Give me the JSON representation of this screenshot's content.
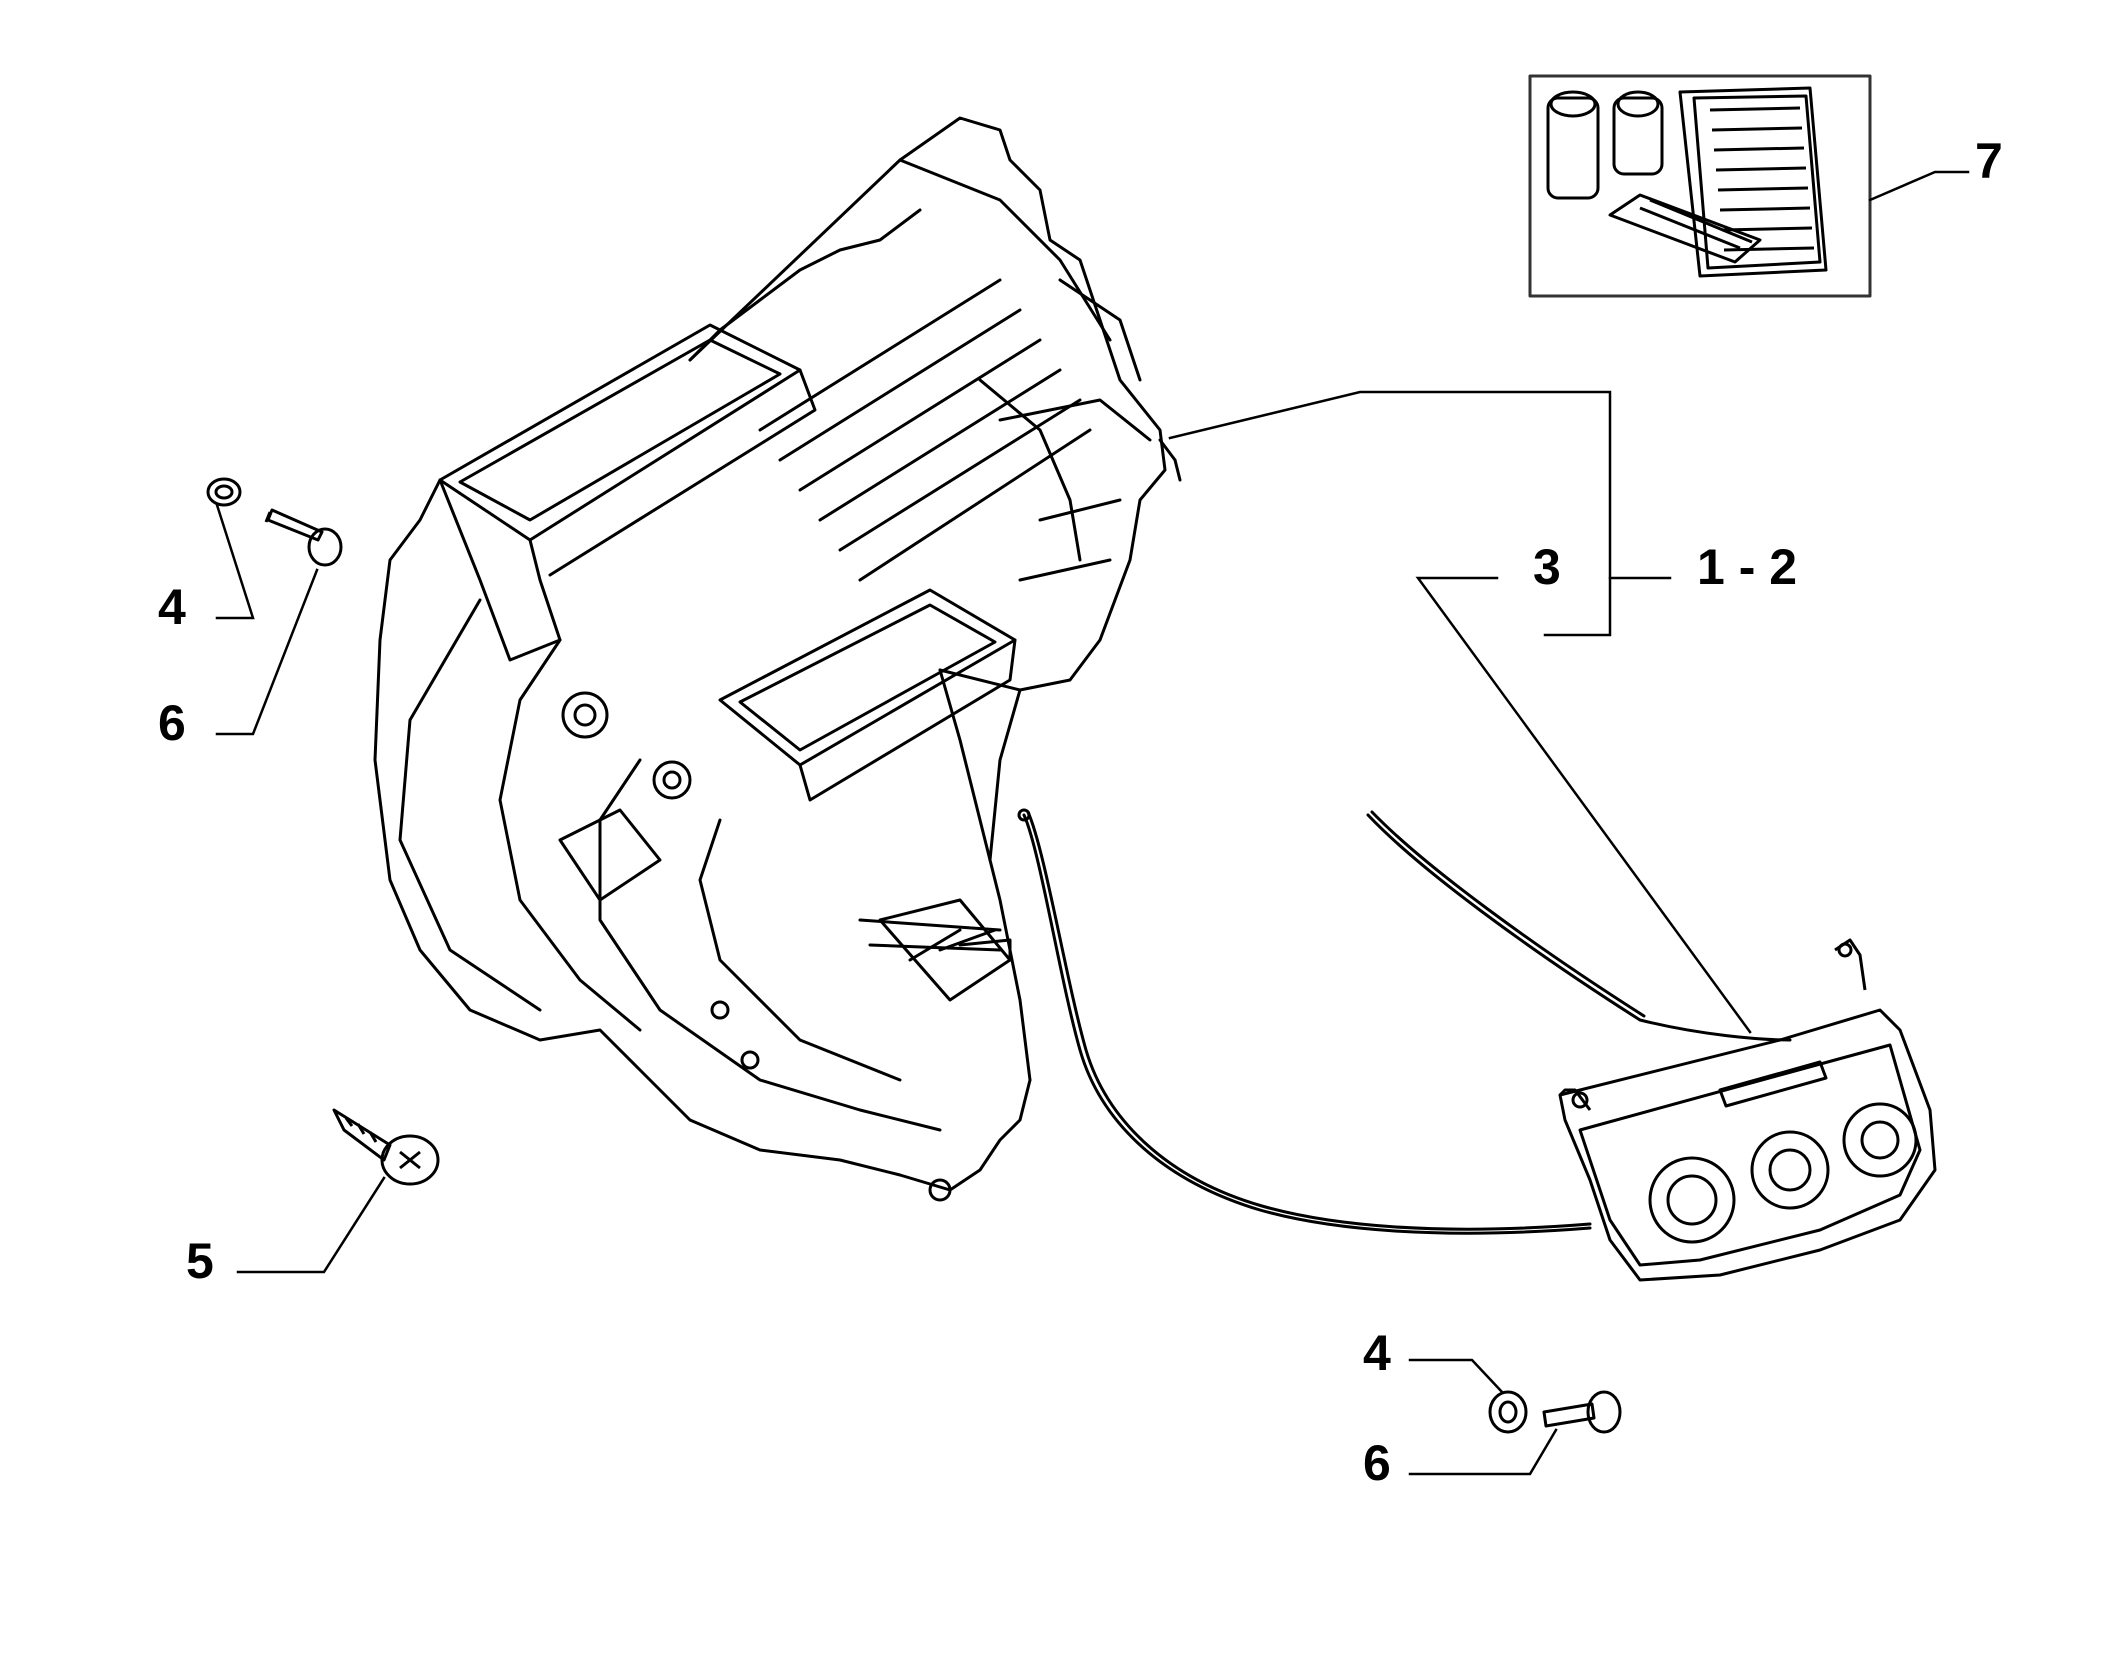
{
  "callouts": {
    "c7": "7",
    "c3": "3",
    "c12": "1 - 2",
    "c4_left": "4",
    "c6_left": "6",
    "c5": "5",
    "c4_right": "4",
    "c6_right": "6"
  },
  "colors": {
    "line": "#000000",
    "background": "#ffffff",
    "frame": "#333333"
  },
  "icons": [
    "heater-unit-icon",
    "control-panel-icon",
    "cable-icon",
    "washer-icon",
    "screw-icon",
    "self-tapping-screw-icon",
    "filter-kit-icon"
  ]
}
